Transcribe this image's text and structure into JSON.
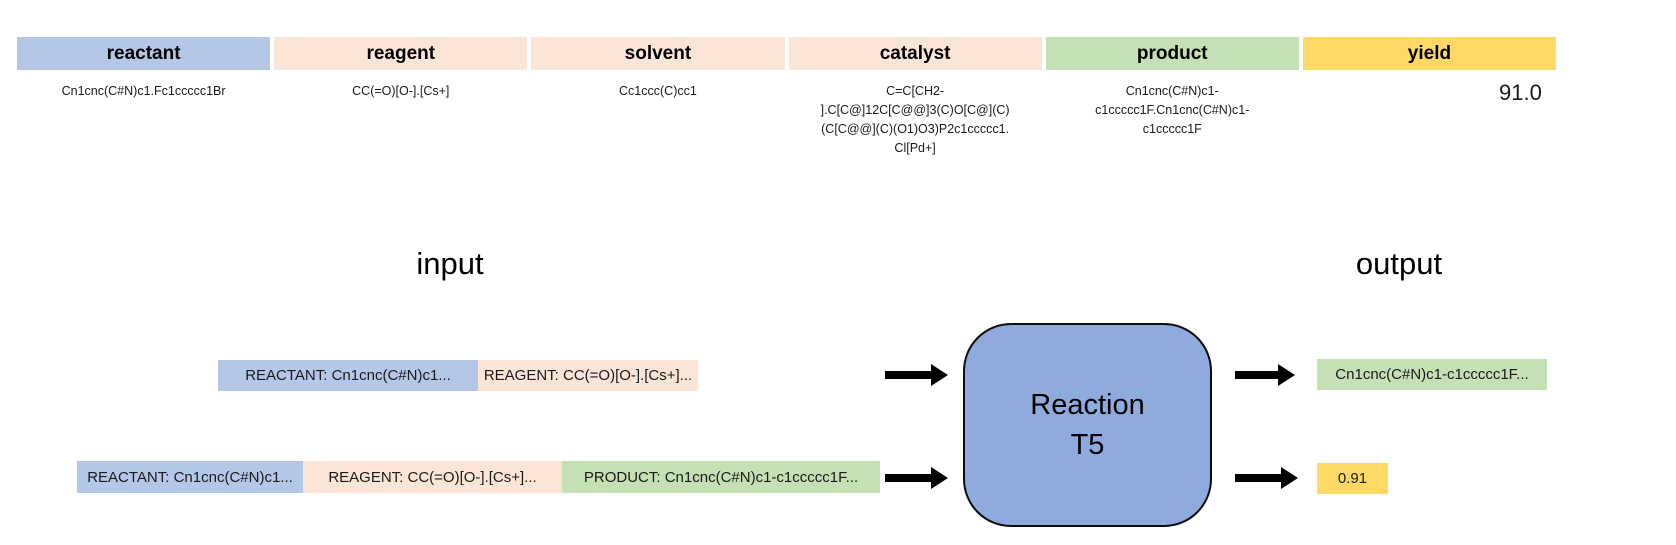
{
  "colors": {
    "reactant_blue": "#b4c7e7",
    "reagent_peach": "#fbe5d6",
    "product_green": "#c5e0b4",
    "yield_yellow": "#ffd966",
    "model_blue": "#8faadc",
    "arrow_black": "#000000"
  },
  "table": {
    "columns": [
      {
        "key": "reactant",
        "label": "reactant",
        "header_color": "#b4c7e7",
        "value": "Cn1cnc(C#N)c1.Fc1ccccc1Br"
      },
      {
        "key": "reagent",
        "label": "reagent",
        "header_color": "#fbe5d6",
        "value": "CC(=O)[O-].[Cs+]"
      },
      {
        "key": "solvent",
        "label": "solvent",
        "header_color": "#fbe5d6",
        "value": "Cc1ccc(C)cc1"
      },
      {
        "key": "catalyst",
        "label": "catalyst",
        "header_color": "#fbe5d6",
        "value": "C=C[CH2-\n].C[C@]12C[C@@]3(C)O[C@](C)\n(C[C@@](C)(O1)O3)P2c1ccccc1.\nCl[Pd+]"
      },
      {
        "key": "product",
        "label": "product",
        "header_color": "#c5e0b4",
        "value": "Cn1cnc(C#N)c1-\nc1ccccc1F.Cn1cnc(C#N)c1-\nc1ccccc1F"
      },
      {
        "key": "yield",
        "label": "yield",
        "header_color": "#ffd966",
        "value": "91.0"
      }
    ]
  },
  "diagram": {
    "input_label": "input",
    "output_label": "output",
    "model": {
      "line1": "Reaction",
      "line2": "T5"
    },
    "input_rows": [
      {
        "tokens": [
          {
            "text": "REACTANT: Cn1cnc(C#N)c1...",
            "color": "#b4c7e7"
          },
          {
            "text": "REAGENT: CC(=O)[O-].[Cs+]...",
            "color": "#fbe5d6"
          }
        ]
      },
      {
        "tokens": [
          {
            "text": "REACTANT: Cn1cnc(C#N)c1...",
            "color": "#b4c7e7"
          },
          {
            "text": "REAGENT: CC(=O)[O-].[Cs+]...",
            "color": "#fbe5d6"
          },
          {
            "text": "PRODUCT: Cn1cnc(C#N)c1-c1ccccc1F...",
            "color": "#c5e0b4"
          }
        ]
      }
    ],
    "outputs": [
      {
        "text": "Cn1cnc(C#N)c1-c1ccccc1F...",
        "color": "#c5e0b4"
      },
      {
        "text": "0.91",
        "color": "#ffd966"
      }
    ]
  }
}
